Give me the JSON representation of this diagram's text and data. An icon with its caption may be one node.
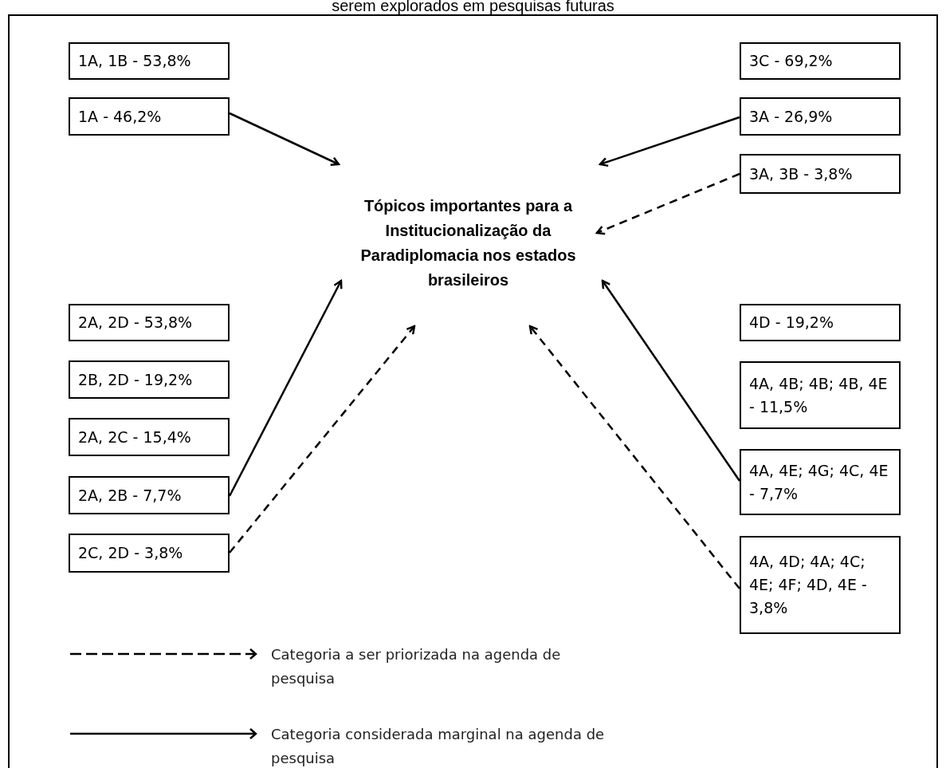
{
  "diagram": {
    "title": "serem explorados em pesquisas futuras",
    "nodes": [
      {
        "text": [
          "1A, 1B - 53,8%"
        ]
      },
      {
        "text": [
          "1A - 46,2%"
        ]
      },
      {
        "text": [
          "Tópicos importantes para a Institucionalização da Paradiplomacia nos estados brasileiros"
        ]
      },
      {
        "text": [
          "3C - 69,2%"
        ]
      },
      {
        "text": [
          "3A - 26,9%"
        ]
      },
      {
        "text": [
          "3A, 3B - 3,8%"
        ]
      },
      {
        "text": [
          "2A, 2D - 53,8%"
        ]
      },
      {
        "text": [
          "2B, 2D - 19,2%"
        ]
      },
      {
        "text": [
          "2A, 2C - 15,4%"
        ]
      },
      {
        "text": [
          "2A, 2B - 7,7%"
        ]
      },
      {
        "text": [
          "2C, 2D - 3,8%"
        ]
      },
      {
        "text": [
          "4D - 19,2%"
        ]
      },
      {
        "text": [
          "4A, 4B; 4B; 4B, 4E - 11,5%"
        ]
      },
      {
        "text": [
          "4A, 4E; 4G; 4C, 4E - 7,7%"
        ]
      },
      {
        "text": [
          "4A, 4D; 4A; 4C; 4E; 4F; 4D, 4E - 3,8%"
        ]
      }
    ],
    "edges": [
      {
        "from": 1,
        "to": 2,
        "arrow": "to"
      },
      {
        "from": 4,
        "to": 2,
        "arrow": "to"
      },
      {
        "from": 5,
        "to": 2,
        "arrow": "to",
        "style": "dashed"
      },
      {
        "from": 9,
        "to": 2,
        "arrow": "to"
      },
      {
        "from": 10,
        "to": 2,
        "arrow": "to",
        "style": "dashed"
      },
      {
        "from": 13,
        "to": 2,
        "arrow": "to"
      },
      {
        "from": 14,
        "to": 2,
        "arrow": "to",
        "style": "dashed"
      }
    ],
    "legend": [
      {
        "text": "Categoria a ser priorizada na agenda de pesquisa"
      },
      {
        "text": "Categoria considerada marginal na agenda de pesquisa"
      }
    ]
  }
}
